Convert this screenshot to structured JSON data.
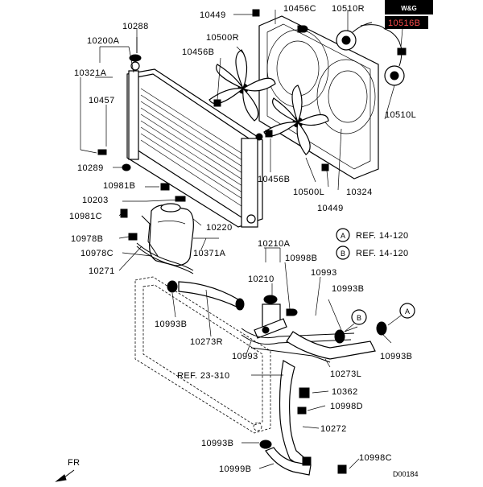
{
  "watermark": "W&G",
  "parts": {
    "p10449_top": "10449",
    "p10456C": "10456C",
    "p10510R": "10510R",
    "p10516B": "10516B",
    "p10288": "10288",
    "p10200A": "10200A",
    "p10500R": "10500R",
    "p10456B_top": "10456B",
    "p10321A": "10321A",
    "p10457": "10457",
    "p10510L": "10510L",
    "p10289": "10289",
    "p10456B_bot": "10456B",
    "p10500L": "10500L",
    "p10324": "10324",
    "p10981B": "10981B",
    "p10449_bot": "10449",
    "p10203": "10203",
    "p10981C": "10981C",
    "p10220": "10220",
    "p10978B": "10978B",
    "p10371A": "10371A",
    "p10210A": "10210A",
    "p10978C": "10978C",
    "p10998B": "10998B",
    "p10271": "10271",
    "p10210": "10210",
    "p10993_mid": "10993",
    "p10993B_r1": "10993B",
    "p10993B_left": "10993B",
    "p10273R": "10273R",
    "p10993_low": "10993",
    "p10993B_r2": "10993B",
    "p10273L": "10273L",
    "p10362": "10362",
    "p10998D": "10998D",
    "p10272": "10272",
    "p10993B_bot": "10993B",
    "p10998C": "10998C",
    "p10999B": "10999B"
  },
  "references": {
    "ref_a_letter": "A",
    "ref_a_text": "REF. 14-120",
    "ref_b_letter": "B",
    "ref_b_text": "REF. 14-120",
    "ref_23": "REF. 23-310"
  },
  "callouts": {
    "circle_a": "A",
    "circle_b": "B"
  },
  "direction": "FR",
  "diagram_code": "D00184"
}
